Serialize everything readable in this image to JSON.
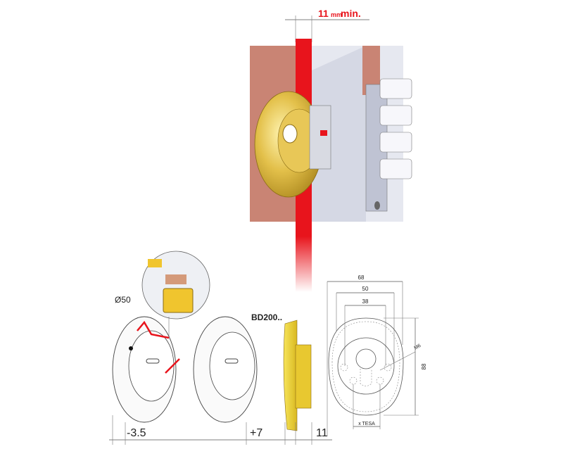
{
  "top_callout": {
    "value": "11",
    "unit": "mm",
    "suffix": " min."
  },
  "labels": {
    "diameter": "Ø50",
    "model": "BD200..",
    "offset_minus": "-3.5",
    "offset_plus": "+7",
    "thickness": "11"
  },
  "technical_drawing": {
    "width_outer": "68",
    "width_mid": "50",
    "width_inner": "38",
    "height": "88",
    "screw": "M6",
    "spacing": "x TESA"
  },
  "colors": {
    "accent_red": "#e8141c",
    "brick": "#c98474",
    "gold": "#d9b43a",
    "yellow": "#f3dc3c"
  }
}
